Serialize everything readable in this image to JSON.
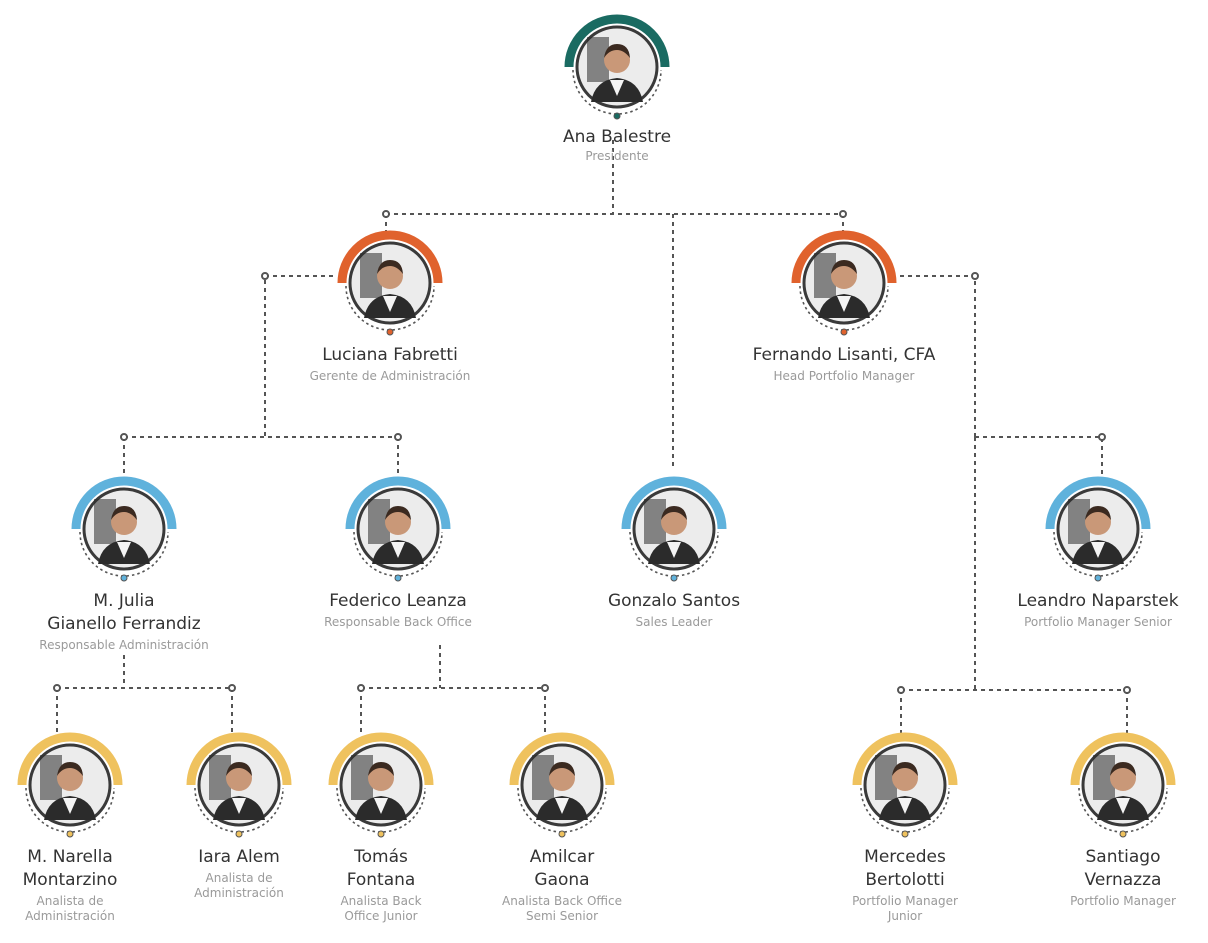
{
  "colors": {
    "president": "#1a6b62",
    "manager": "#e0622d",
    "lead": "#5fb2dc",
    "analyst": "#efc25e",
    "connector": "#555555"
  },
  "people": {
    "ana": {
      "name": "Ana Balestre",
      "role": "Presidente",
      "level": "president"
    },
    "luciana": {
      "name": "Luciana Fabretti",
      "role": "Gerente de Administración",
      "level": "manager"
    },
    "fernando": {
      "name": "Fernando Lisanti, CFA",
      "role": "Head Portfolio Manager",
      "level": "manager"
    },
    "julia": {
      "name": "M. Julia\nGianello Ferrandiz",
      "role": "Responsable Administración",
      "level": "lead"
    },
    "federico": {
      "name": "Federico Leanza",
      "role": "Responsable Back Office",
      "level": "lead"
    },
    "gonzalo": {
      "name": "Gonzalo Santos",
      "role": "Sales Leader",
      "level": "lead"
    },
    "leandro": {
      "name": "Leandro Naparstek",
      "role": "Portfolio Manager Senior",
      "level": "lead"
    },
    "narella": {
      "name": "M. Narella\nMontarzino",
      "role": "Analista de\nAdministración",
      "level": "analyst"
    },
    "iara": {
      "name": "Iara Alem",
      "role": "Analista de\nAdministración",
      "level": "analyst"
    },
    "tomas": {
      "name": "Tomás\nFontana",
      "role": "Analista Back\nOffice Junior",
      "level": "analyst"
    },
    "amilcar": {
      "name": "Amilcar\nGaona",
      "role": "Analista Back Office\nSemi Senior",
      "level": "analyst"
    },
    "mercedes": {
      "name": "Mercedes\nBertolotti",
      "role": "Portfolio Manager\nJunior",
      "level": "analyst"
    },
    "santiago": {
      "name": "Santiago\nVernazza",
      "role": "Portfolio Manager",
      "level": "analyst"
    }
  }
}
